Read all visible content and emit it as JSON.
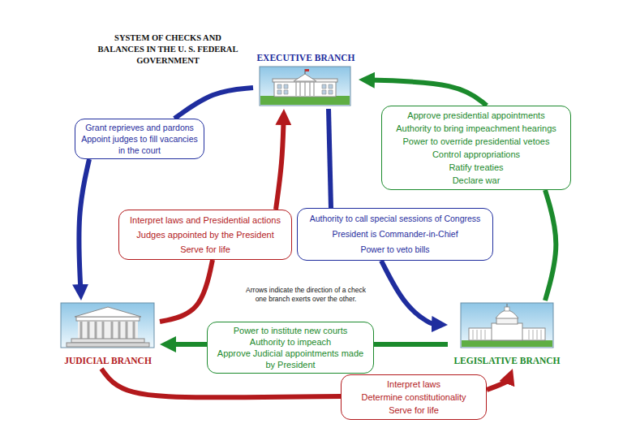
{
  "diagram": {
    "title": "SYSTEM OF CHECKS AND BALANCES IN THE U. S. FEDERAL GOVERNMENT",
    "nodes": [
      {
        "text": [
          "EXECUTIVE BRANCH"
        ]
      },
      {
        "text": [
          "Grant reprieves and pardons",
          "Appoint judges to fill vacancies in the court"
        ]
      },
      {
        "text": [
          "Approve presidential appointments",
          "Authority to bring impeachment hearings",
          "Power to override presidential vetoes",
          "Control appropriations",
          "Ratify treaties",
          "Declare war"
        ]
      },
      {
        "text": [
          "Interpret laws and Presidential actions",
          "Judges appointed by the President",
          "Serve for life"
        ]
      },
      {
        "text": [
          "Authority to call special sessions of Congress",
          "President is Commander-in-Chief",
          "Power to veto bills"
        ]
      },
      {
        "text": [
          "Power to institute new courts",
          "Authority to impeach",
          "Approve Judicial appointments made by President"
        ]
      },
      {
        "text": [
          "JUDICIAL BRANCH"
        ]
      },
      {
        "text": [
          "LEGISLATIVE BRANCH"
        ]
      },
      {
        "text": [
          "Interpret laws",
          "Determine constitutionality",
          "Serve for life"
        ]
      }
    ],
    "edges": [
      {
        "from": 0,
        "to": 1,
        "arrow": "none"
      },
      {
        "from": 1,
        "to": 6,
        "arrow": "to"
      },
      {
        "from": 7,
        "to": 2,
        "arrow": "none"
      },
      {
        "from": 2,
        "to": 0,
        "arrow": "to"
      },
      {
        "from": 6,
        "to": 3,
        "arrow": "none"
      },
      {
        "from": 3,
        "to": 0,
        "arrow": "to"
      },
      {
        "from": 0,
        "to": 4,
        "arrow": "none"
      },
      {
        "from": 4,
        "to": 7,
        "arrow": "to"
      },
      {
        "from": 7,
        "to": 5,
        "arrow": "none"
      },
      {
        "from": 5,
        "to": 6,
        "arrow": "to"
      },
      {
        "from": 6,
        "to": 8,
        "arrow": "none"
      },
      {
        "from": 8,
        "to": 7,
        "arrow": "to"
      }
    ],
    "labels": [
      "Arrows indicate the direction of a check one branch exerts over the other."
    ]
  }
}
